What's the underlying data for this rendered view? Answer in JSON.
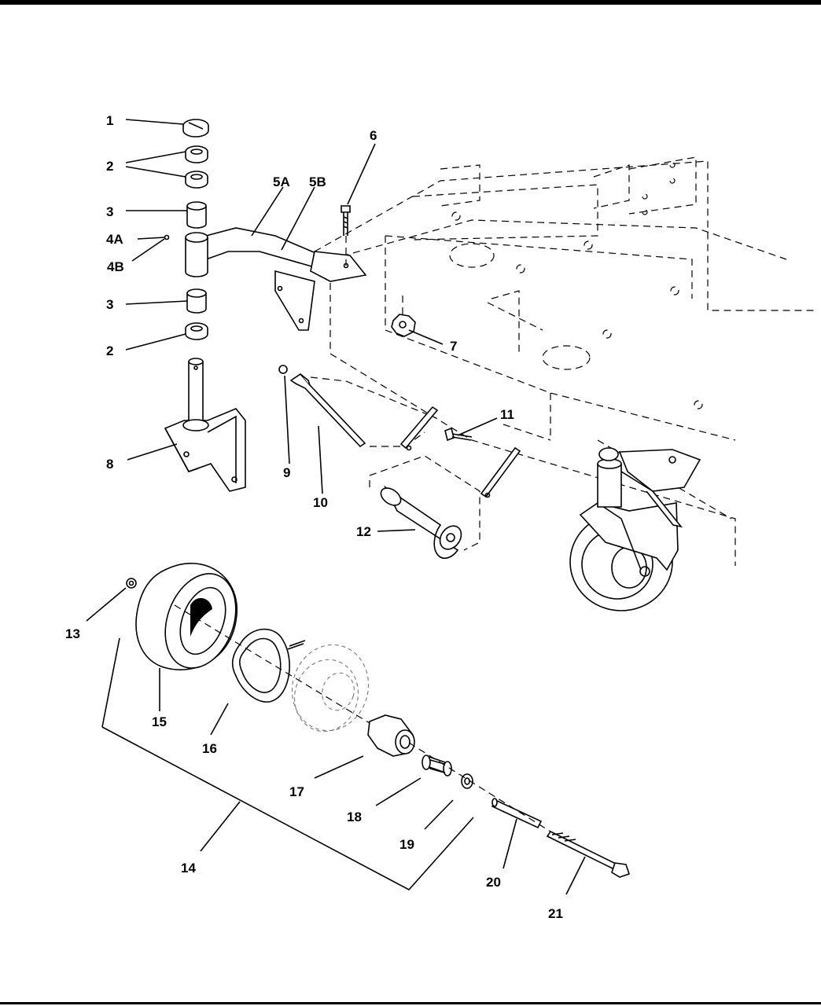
{
  "callouts": {
    "c1": "1",
    "c2a": "2",
    "c2b": "2",
    "c3a": "3",
    "c4a": "4A",
    "c4b": "4B",
    "c3b": "3",
    "c2c": "2",
    "c8": "8",
    "c5a": "5A",
    "c5b": "5B",
    "c6": "6",
    "c7": "7",
    "c9": "9",
    "c10": "10",
    "c11": "11",
    "c12": "12",
    "c13": "13",
    "c15": "15",
    "c16": "16",
    "c17": "17",
    "c18": "18",
    "c19": "19",
    "c14": "14",
    "c20": "20",
    "c21": "21"
  }
}
